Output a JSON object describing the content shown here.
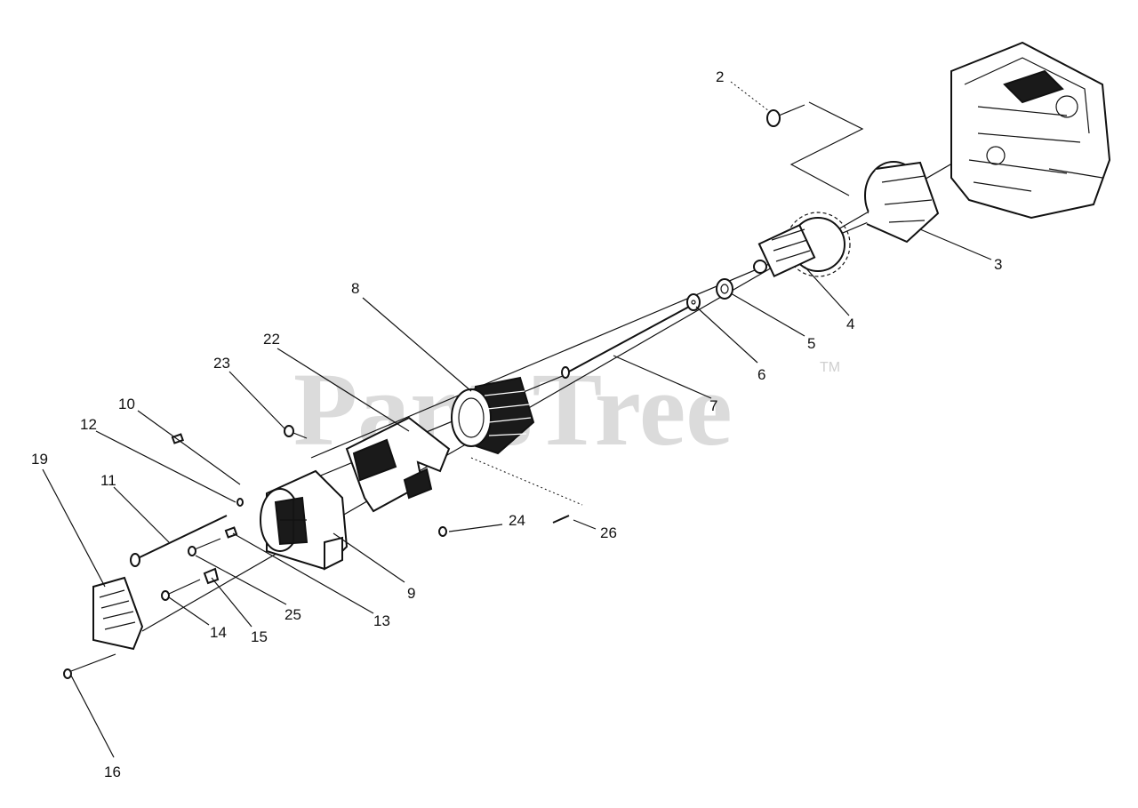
{
  "watermark": {
    "text": "PartsTree",
    "trademark": "TM"
  },
  "callouts": [
    {
      "id": "2",
      "text": "2"
    },
    {
      "id": "3",
      "text": "3"
    },
    {
      "id": "4",
      "text": "4"
    },
    {
      "id": "5",
      "text": "5"
    },
    {
      "id": "6",
      "text": "6"
    },
    {
      "id": "7",
      "text": "7"
    },
    {
      "id": "8",
      "text": "8"
    },
    {
      "id": "9",
      "text": "9"
    },
    {
      "id": "10",
      "text": "10"
    },
    {
      "id": "11",
      "text": "11"
    },
    {
      "id": "12",
      "text": "12"
    },
    {
      "id": "13",
      "text": "13"
    },
    {
      "id": "14",
      "text": "14"
    },
    {
      "id": "15",
      "text": "15"
    },
    {
      "id": "16",
      "text": "16"
    },
    {
      "id": "19",
      "text": "19"
    },
    {
      "id": "22",
      "text": "22"
    },
    {
      "id": "23",
      "text": "23"
    },
    {
      "id": "24",
      "text": "24"
    },
    {
      "id": "25",
      "text": "25"
    },
    {
      "id": "26",
      "text": "26"
    }
  ]
}
